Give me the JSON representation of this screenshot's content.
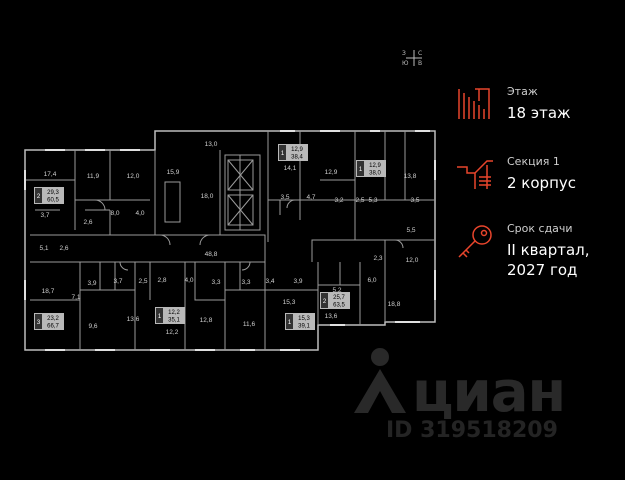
{
  "legend": {
    "floor": {
      "label": "Этаж",
      "value": "18 этаж"
    },
    "section": {
      "label": "Секция 1",
      "value": "2 корпус"
    },
    "delivery": {
      "label": "Срок сдачи",
      "value_line1": "II квартал,",
      "value_line2": "2027 год"
    },
    "accent_color": "#e8452c"
  },
  "compass": {
    "north": "С",
    "south": "Ю",
    "east": "В",
    "west": "З"
  },
  "watermark": {
    "brand": "циан",
    "id_text": "ID 319518209"
  },
  "plan": {
    "room_areas": [
      "17,4",
      "11,9",
      "12,0",
      "15,9",
      "13,0",
      "18,0",
      "14,1",
      "12,9",
      "13,8",
      "3,7",
      "8,0",
      "4,0",
      "2,6",
      "3,5",
      "4,7",
      "3,2",
      "2,5",
      "5,3",
      "3,5",
      "5,5",
      "12,0",
      "2,3",
      "5,1",
      "2,6",
      "48,8",
      "18,7",
      "3,9",
      "3,7",
      "2,5",
      "2,8",
      "4,0",
      "3,3",
      "3,3",
      "3,4",
      "3,9",
      "5,2",
      "6,0",
      "7,1",
      "15,3",
      "13,6",
      "18,8",
      "9,6",
      "13,6",
      "12,8",
      "11,6",
      "12,2"
    ],
    "apartments": [
      {
        "rooms": "2",
        "living": "29,3",
        "total": "60,5"
      },
      {
        "rooms": "1",
        "living": "12,9",
        "total": "38,4"
      },
      {
        "rooms": "1",
        "living": "12,9",
        "total": "38,0"
      },
      {
        "rooms": "3",
        "living": "23,2",
        "total": "66,7"
      },
      {
        "rooms": "1",
        "living": "12,2",
        "total": "35,1"
      },
      {
        "rooms": "1",
        "living": "15,3",
        "total": "39,1"
      },
      {
        "rooms": "2",
        "living": "25,7",
        "total": "63,5"
      }
    ]
  }
}
